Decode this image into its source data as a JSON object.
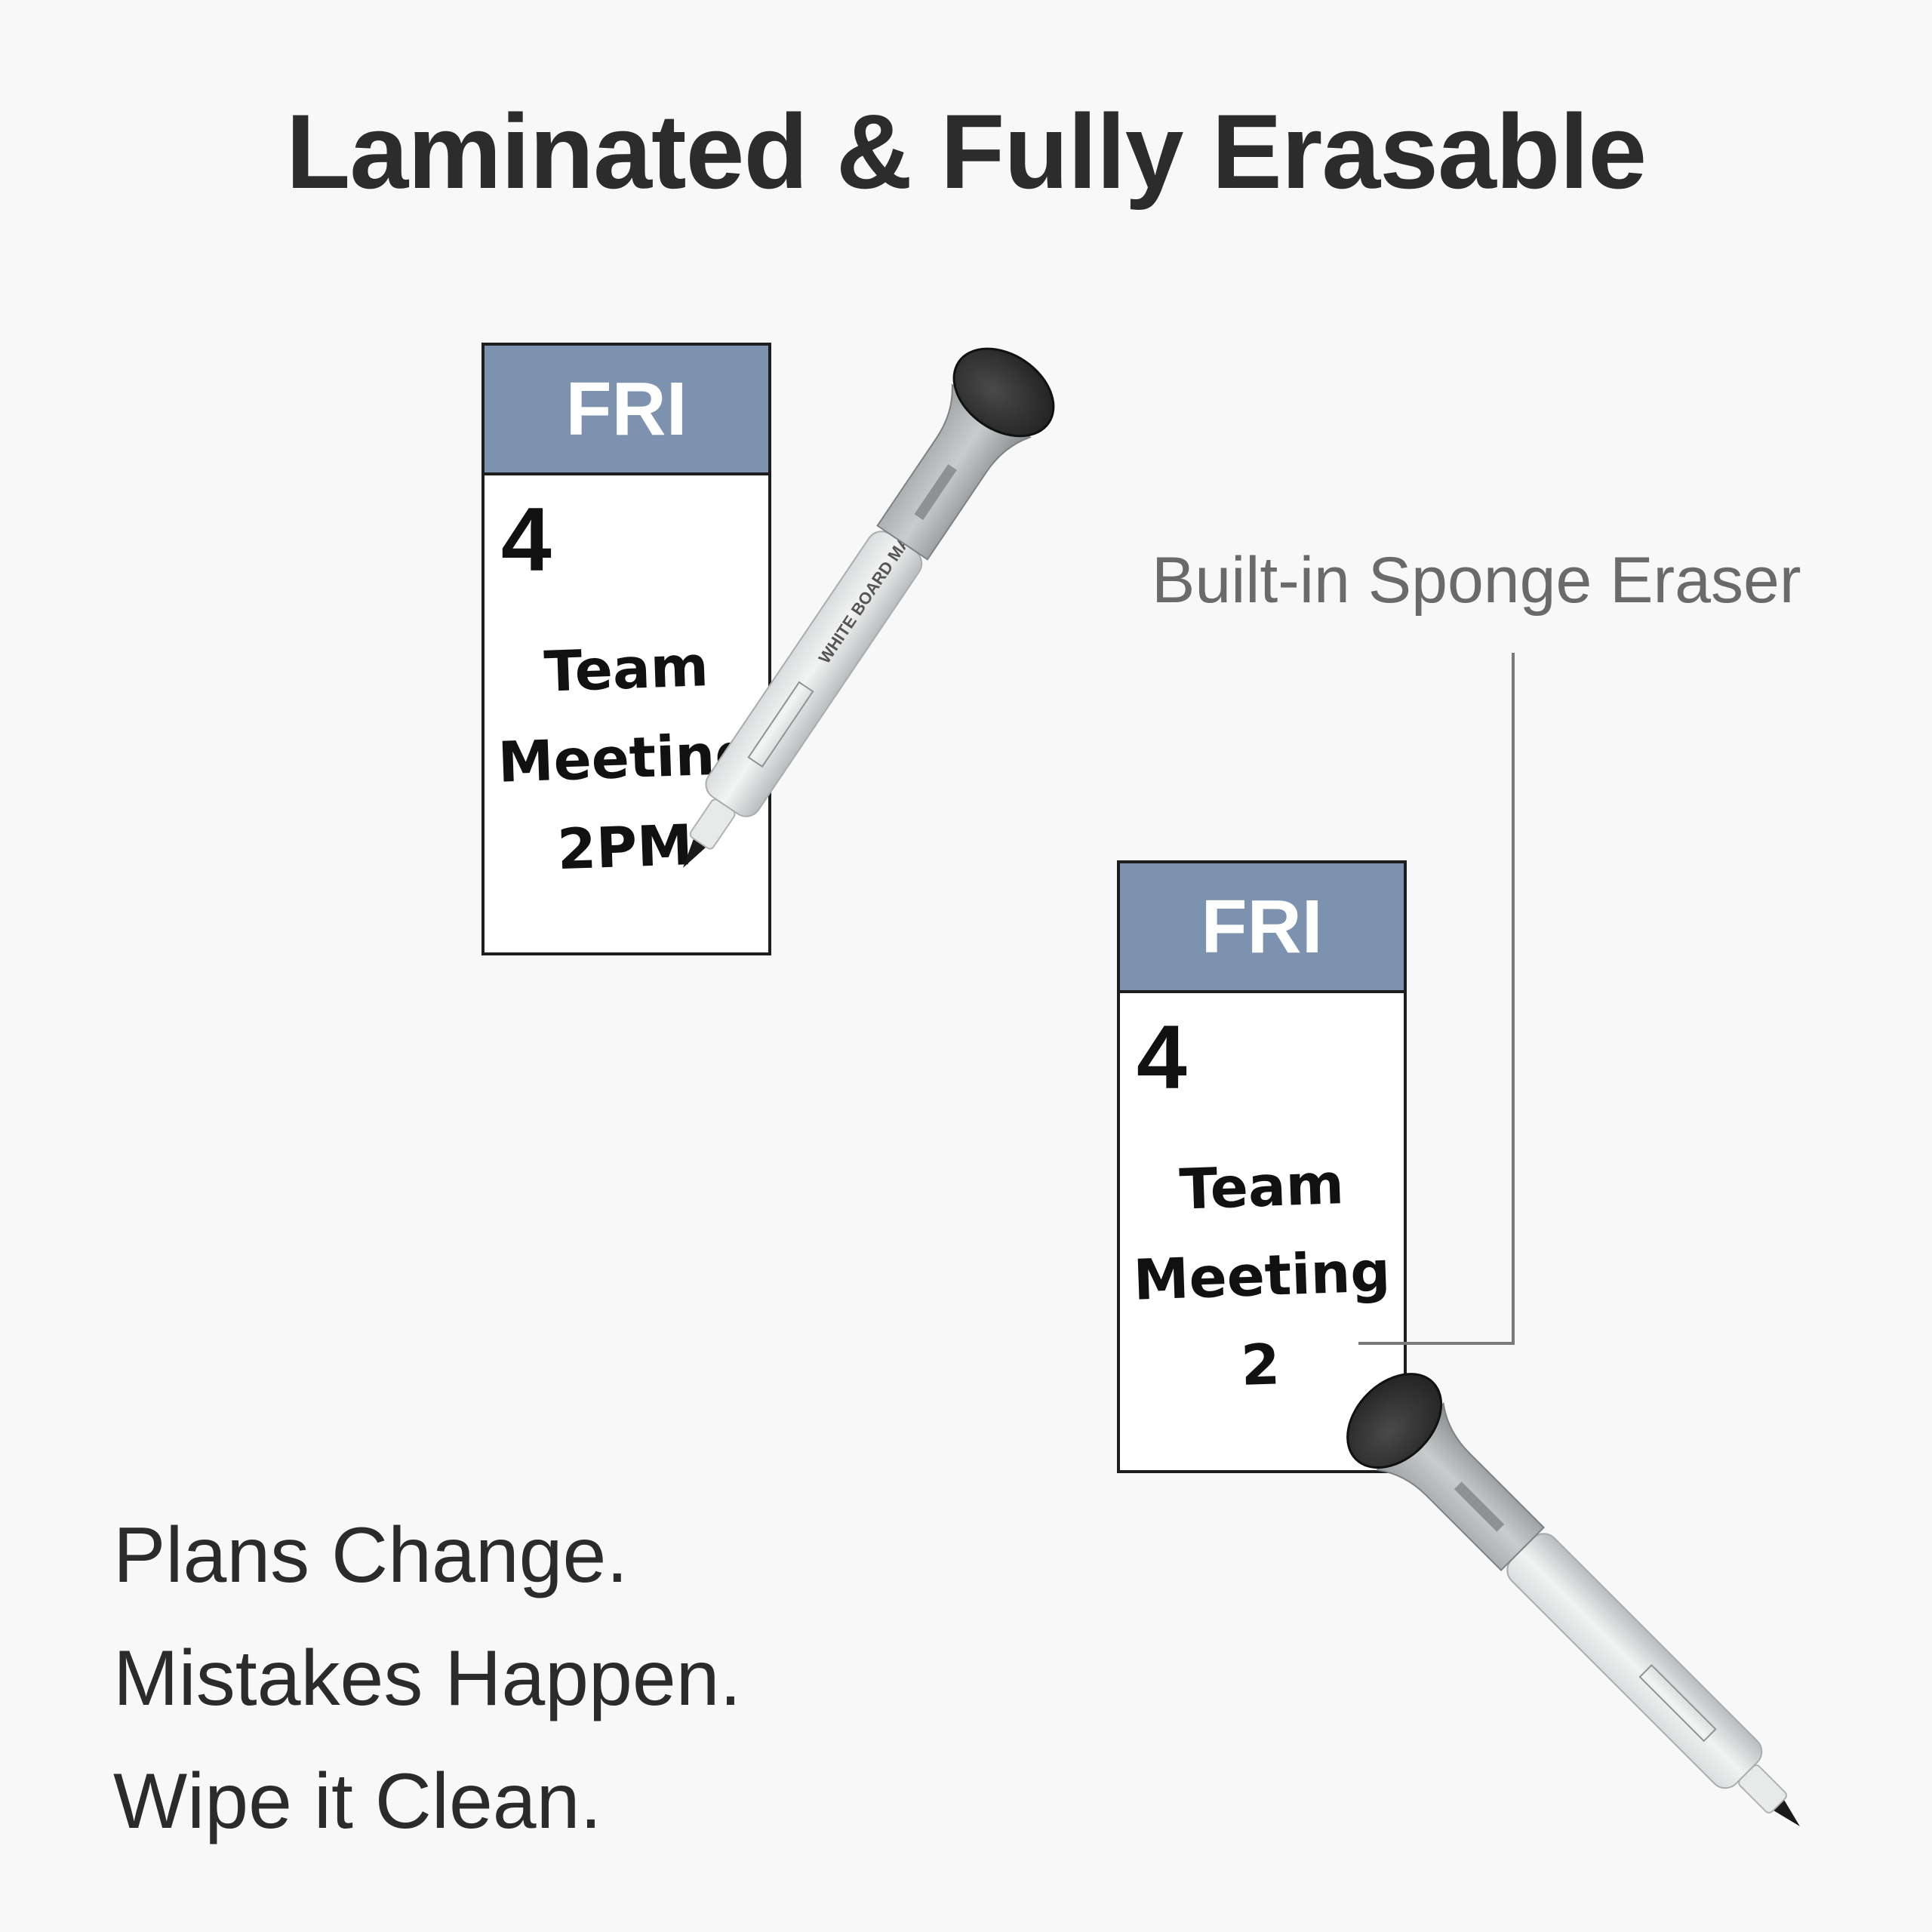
{
  "headline": "Laminated & Fully Erasable",
  "card_before": {
    "day": "FRI",
    "date": "4",
    "note_lines": [
      "Team",
      "Meeting",
      "2PM"
    ]
  },
  "card_after": {
    "day": "FRI",
    "date": "4",
    "note_lines": [
      "Team",
      "Meeting",
      "2"
    ]
  },
  "callout": {
    "label": "Built-in Sponge Eraser"
  },
  "tagline": {
    "lines": [
      "Plans Change.",
      "Mistakes Happen.",
      "Wipe it Clean."
    ]
  },
  "marker": {
    "body_text": "WHITE BOARD MARKER"
  },
  "colors": {
    "background": "#f7f8f7",
    "card_header": "#7d92ae",
    "text": "#2b2b2b",
    "callout_line": "#7a7a7a"
  }
}
